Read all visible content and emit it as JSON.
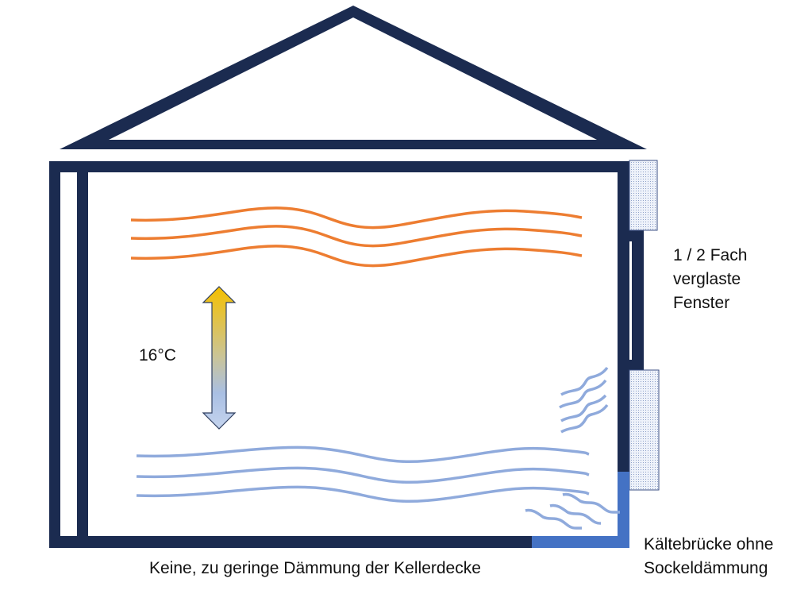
{
  "labels": {
    "temperature": "16°C",
    "windows_line1": "1 / 2 Fach",
    "windows_line2": "verglaste",
    "windows_line3": "Fenster",
    "thermal_bridge_line1": "Kältebrücke ohne",
    "thermal_bridge_line2": "Sockeldämmung",
    "basement": "Keine, zu geringe Dämmung der Kellerdecke"
  },
  "colors": {
    "wall": "#1b2b50",
    "warm": "#ed7d31",
    "cold": "#8faadc",
    "bridge": "#4472c4",
    "arrow_top": "#f5c000",
    "arrow_bottom": "#b4c7e7"
  }
}
